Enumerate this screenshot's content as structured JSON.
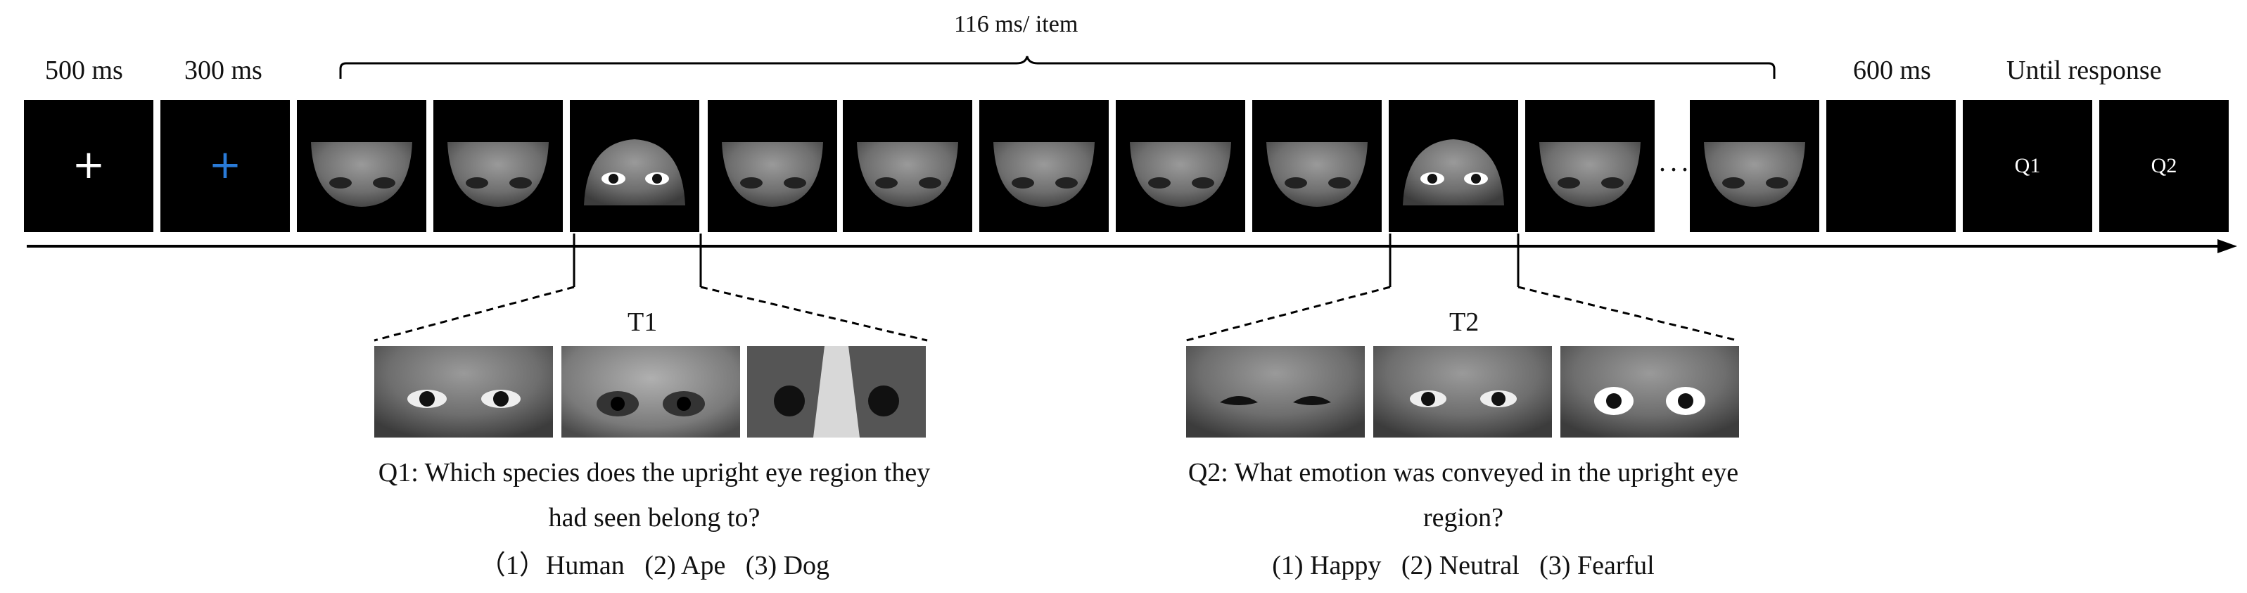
{
  "timeline": {
    "item_duration": "116 ms/ item",
    "durations": {
      "fixation_white": "500 ms",
      "fixation_blue": "300 ms",
      "blank": "600 ms",
      "response": "Until response"
    },
    "ellipsis": "...",
    "question_frames": {
      "q1": "Q1",
      "q2": "Q2"
    },
    "fixation_symbol": "+",
    "colors": {
      "fixation_white": "#ffffff",
      "fixation_blue": "#2a7bd8",
      "frame_bg": "#000000"
    }
  },
  "targets": {
    "t1": {
      "label": "T1",
      "question_line1": "Q1: Which species does the upright eye region they",
      "question_line2": "had seen belong to?",
      "options": "（1）Human   (2) Ape   (3) Dog"
    },
    "t2": {
      "label": "T2",
      "question_line1": "Q2: What emotion was conveyed in the upright eye",
      "question_line2": "region?",
      "options": "(1) Happy   (2) Neutral   (3) Fearful"
    }
  }
}
